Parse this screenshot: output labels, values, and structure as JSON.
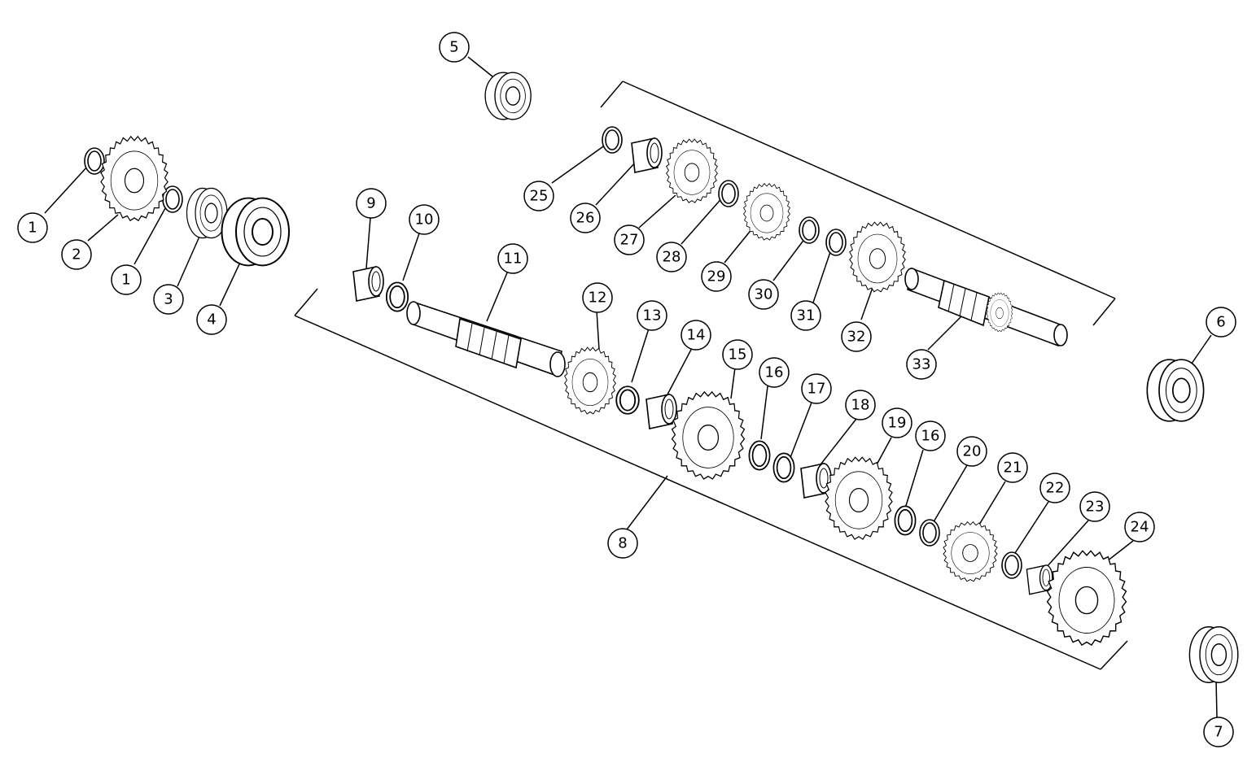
{
  "callouts": [
    {
      "id": "c1a",
      "label": "1",
      "kind": "ring"
    },
    {
      "id": "c1b",
      "label": "1",
      "kind": "ring"
    },
    {
      "id": "c2",
      "label": "2",
      "kind": "sprocket"
    },
    {
      "id": "c3",
      "label": "3",
      "kind": "seal"
    },
    {
      "id": "c4",
      "label": "4",
      "kind": "bearing"
    },
    {
      "id": "c5",
      "label": "5",
      "kind": "bearing"
    },
    {
      "id": "c6",
      "label": "6",
      "kind": "bearing"
    },
    {
      "id": "c7",
      "label": "7",
      "kind": "bearing"
    },
    {
      "id": "c8",
      "label": "8",
      "kind": "assembly-bracket"
    },
    {
      "id": "c9",
      "label": "9",
      "kind": "bushing"
    },
    {
      "id": "c10",
      "label": "10",
      "kind": "washer"
    },
    {
      "id": "c11",
      "label": "11",
      "kind": "shaft"
    },
    {
      "id": "c12",
      "label": "12",
      "kind": "gear"
    },
    {
      "id": "c13",
      "label": "13",
      "kind": "washer"
    },
    {
      "id": "c14",
      "label": "14",
      "kind": "bushing"
    },
    {
      "id": "c15",
      "label": "15",
      "kind": "gear"
    },
    {
      "id": "c16a",
      "label": "16",
      "kind": "washer"
    },
    {
      "id": "c17",
      "label": "17",
      "kind": "washer"
    },
    {
      "id": "c18",
      "label": "18",
      "kind": "bushing"
    },
    {
      "id": "c19",
      "label": "19",
      "kind": "gear"
    },
    {
      "id": "c16b",
      "label": "16",
      "kind": "washer"
    },
    {
      "id": "c20",
      "label": "20",
      "kind": "ring"
    },
    {
      "id": "c21",
      "label": "21",
      "kind": "gear"
    },
    {
      "id": "c22",
      "label": "22",
      "kind": "washer"
    },
    {
      "id": "c23",
      "label": "23",
      "kind": "bushing"
    },
    {
      "id": "c24",
      "label": "24",
      "kind": "gear"
    },
    {
      "id": "c25",
      "label": "25",
      "kind": "washer"
    },
    {
      "id": "c26",
      "label": "26",
      "kind": "bushing"
    },
    {
      "id": "c27",
      "label": "27",
      "kind": "gear"
    },
    {
      "id": "c28",
      "label": "28",
      "kind": "washer"
    },
    {
      "id": "c29",
      "label": "29",
      "kind": "gear"
    },
    {
      "id": "c30",
      "label": "30",
      "kind": "ring"
    },
    {
      "id": "c31",
      "label": "31",
      "kind": "washer"
    },
    {
      "id": "c32",
      "label": "32",
      "kind": "gear"
    },
    {
      "id": "c33",
      "label": "33",
      "kind": "shaft"
    }
  ]
}
